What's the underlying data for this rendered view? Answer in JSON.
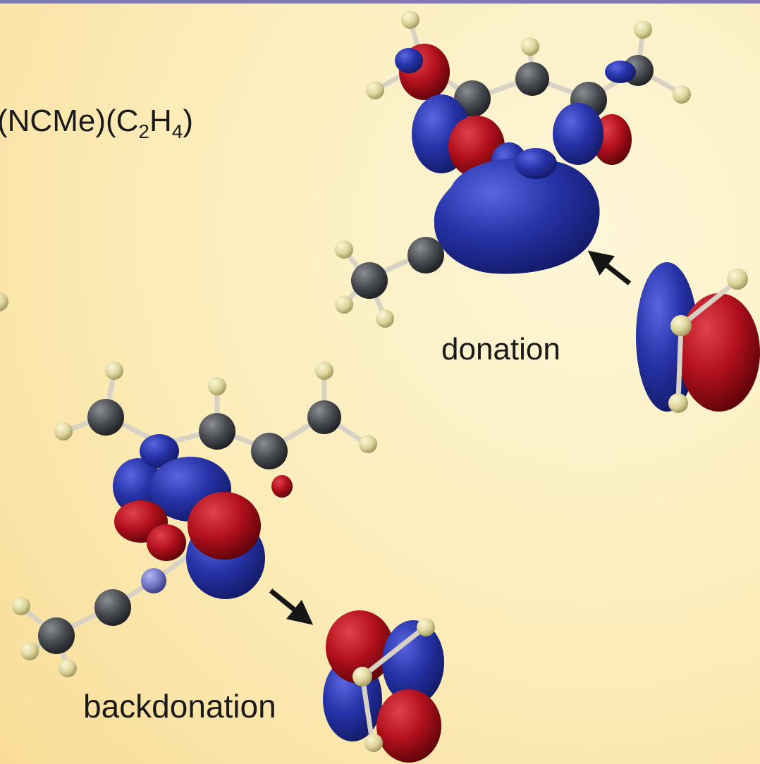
{
  "labels": {
    "formula_prefix": "(NCMe)(C",
    "formula_sub1": "2",
    "formula_mid": "H",
    "formula_sub2": "4",
    "formula_suffix": ")",
    "donation": "donation",
    "backdonation": "backdonation"
  },
  "colors": {
    "background_light": "#fdf3cf",
    "background_warm": "#fbe2a3",
    "top_bar": "#7f7ab2",
    "orbital_positive": "#2631a6",
    "orbital_negative": "#b3111d",
    "carbon_atom": "#44484d",
    "hydrogen_atom": "#e3dca6",
    "nitrogen_atom": "#6f74c4",
    "arrow": "#161616"
  },
  "icons": {
    "donation_arrow": "arrow-icon",
    "backdonation_arrow": "arrow-icon"
  }
}
